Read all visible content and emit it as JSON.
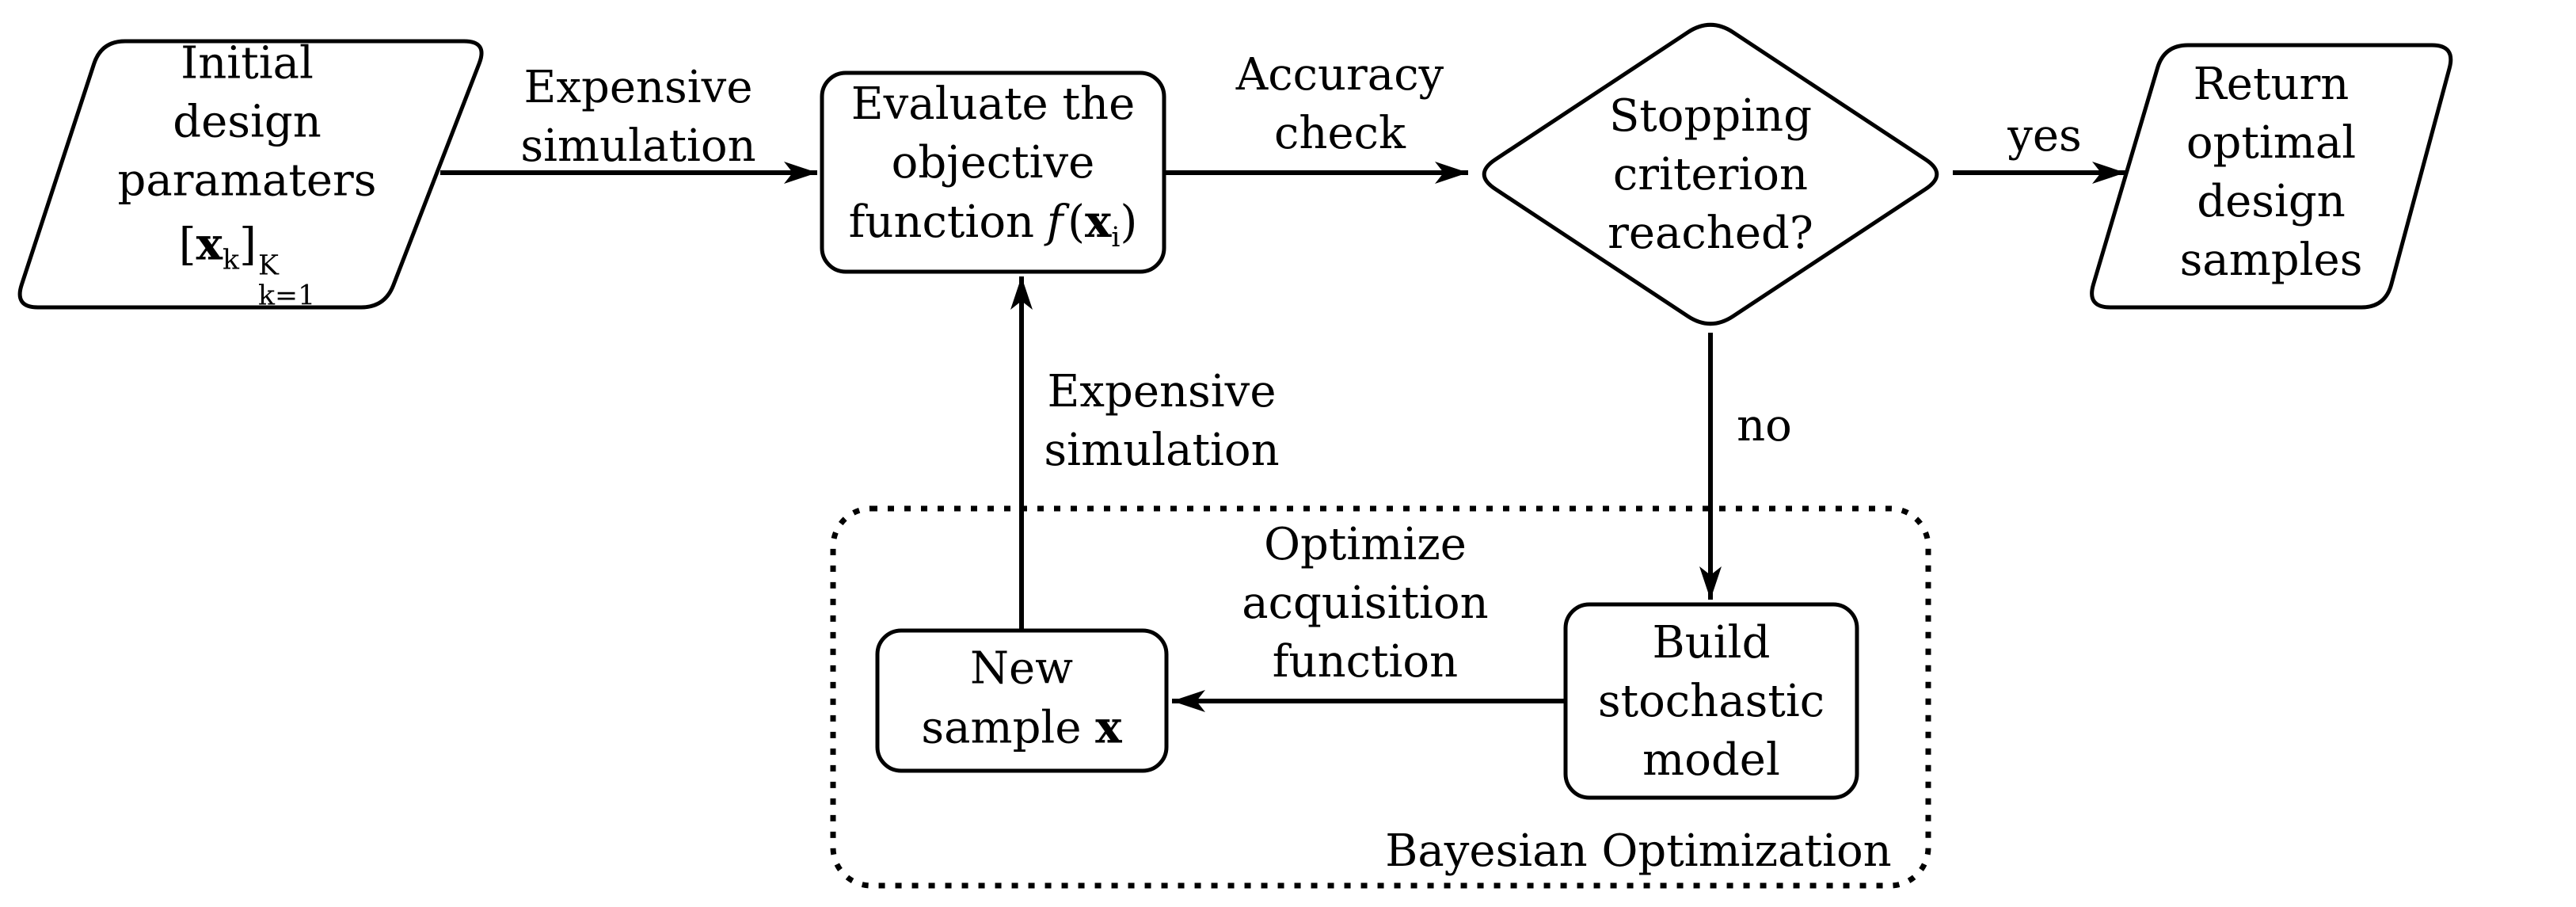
{
  "colors": {
    "ink": "#000000",
    "background": "#ffffff"
  },
  "nodes": {
    "initial": {
      "lines": [
        "Initial",
        "design",
        "paramaters"
      ],
      "math": {
        "open": "[",
        "var": "x",
        "var_sub": "k",
        "close": "]",
        "sup": "K",
        "sub": "k=1"
      }
    },
    "evaluate": {
      "lines": [
        "Evaluate the",
        "objective"
      ],
      "line3": {
        "prefix": "function",
        "f": "f",
        "open": "(",
        "x": "x",
        "x_sub": "i",
        "close": ")"
      }
    },
    "stopping": {
      "lines": [
        "Stopping",
        "criterion",
        "reached?"
      ]
    },
    "return_node": {
      "lines": [
        "Return",
        "optimal",
        "design",
        "samples"
      ]
    },
    "build": {
      "lines": [
        "Build",
        "stochastic",
        "model"
      ]
    },
    "new_sample": {
      "line1": "New",
      "line2_prefix": "sample ",
      "line2_var": "x"
    }
  },
  "labels": {
    "expensive_top": {
      "lines": [
        "Expensive",
        "simulation"
      ]
    },
    "accuracy": {
      "lines": [
        "Accuracy",
        "check"
      ]
    },
    "yes": "yes",
    "no": "no",
    "expensive_mid": {
      "lines": [
        "Expensive",
        "simulation"
      ]
    },
    "optimize": {
      "lines": [
        "Optimize",
        "acquisition",
        "function"
      ]
    },
    "bayesian": "Bayesian Optimization"
  }
}
